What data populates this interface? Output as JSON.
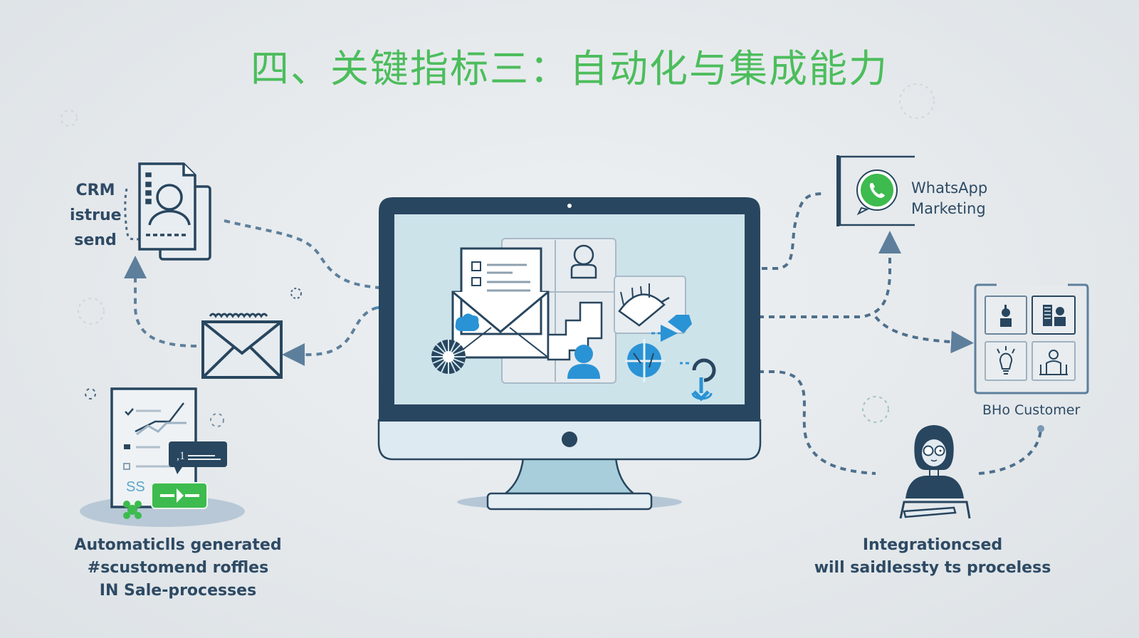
{
  "title": "四、关键指标三：自动化与集成能力",
  "colors": {
    "title": "#4cbd5c",
    "navy": "#28465f",
    "screen": "#cfe4ec",
    "accent_blue": "#2a93d5",
    "whatsapp_green": "#3dbb4e",
    "background": "#e4e8eb"
  },
  "nodes": {
    "crm": {
      "lines": [
        "CRM",
        "istrue",
        "send"
      ],
      "icon": "contact-document-icon"
    },
    "email": {
      "icon": "envelope-icon"
    },
    "whatsapp": {
      "lines": [
        "WhatsApp",
        "Marketing"
      ],
      "icon": "whatsapp-icon"
    },
    "customer": {
      "label": "BHo Customer",
      "icons": [
        "support-agent-icon",
        "document-person-icon",
        "lightbulb-idea-icon",
        "team-meeting-icon"
      ]
    },
    "profiles": {
      "lines": [
        "Automaticlls generated",
        "#scustomend roffles",
        "IN Sale-processes"
      ],
      "icon": "report-chart-document-icon"
    },
    "integration": {
      "lines": [
        "Integrationcsed",
        "will saidlessty ts proceless"
      ],
      "icon": "person-with-glasses-icon"
    },
    "monitor": {
      "icon": "desktop-monitor-icon",
      "screen_icons": [
        "open-envelope-document-icon",
        "user-avatar-icon",
        "gauge-icon",
        "gear-icon",
        "blue-user-icon",
        "crosshair-globe-icon",
        "tag-icon",
        "hook-icon"
      ]
    }
  }
}
